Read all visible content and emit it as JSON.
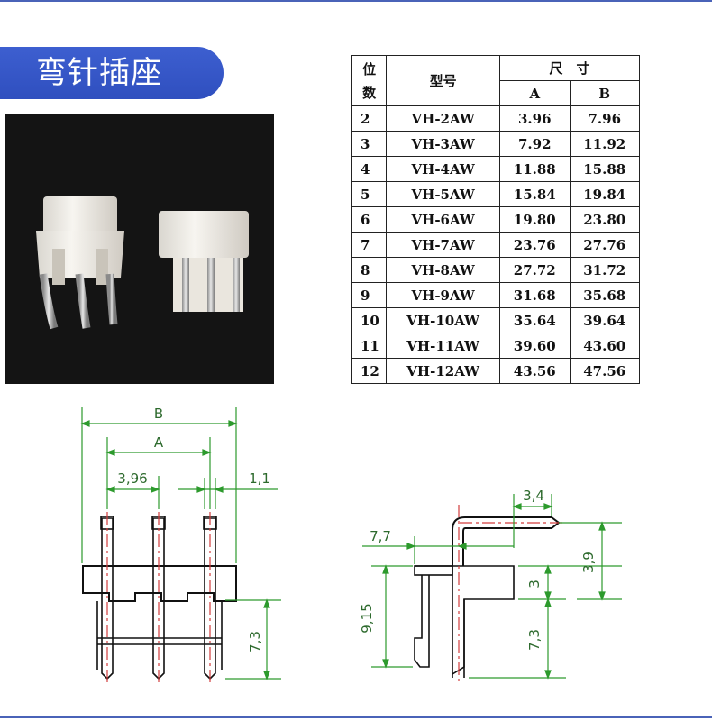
{
  "title": "弯针插座",
  "table": {
    "header": {
      "pos_line1": "位",
      "pos_line2": "数",
      "model": "型号",
      "size": "尺　寸",
      "a": "A",
      "b": "B"
    },
    "rows": [
      {
        "n": "2",
        "model": "VH-2AW",
        "a": "3.96",
        "b": "7.96"
      },
      {
        "n": "3",
        "model": "VH-3AW",
        "a": "7.92",
        "b": "11.92"
      },
      {
        "n": "4",
        "model": "VH-4AW",
        "a": "11.88",
        "b": "15.88"
      },
      {
        "n": "5",
        "model": "VH-5AW",
        "a": "15.84",
        "b": "19.84"
      },
      {
        "n": "6",
        "model": "VH-6AW",
        "a": "19.80",
        "b": "23.80"
      },
      {
        "n": "7",
        "model": "VH-7AW",
        "a": "23.76",
        "b": "27.76"
      },
      {
        "n": "8",
        "model": "VH-8AW",
        "a": "27.72",
        "b": "31.72"
      },
      {
        "n": "9",
        "model": "VH-9AW",
        "a": "31.68",
        "b": "35.68"
      },
      {
        "n": "10",
        "model": "VH-10AW",
        "a": "35.64",
        "b": "39.64"
      },
      {
        "n": "11",
        "model": "VH-11AW",
        "a": "39.60",
        "b": "43.60"
      },
      {
        "n": "12",
        "model": "VH-12AW",
        "a": "43.56",
        "b": "47.56"
      }
    ]
  },
  "drawing": {
    "front": {
      "b": "B",
      "a": "A",
      "pitch": "3,96",
      "pin_w": "1,1",
      "height": "7,3"
    },
    "side": {
      "top_w": "3,4",
      "depth": "7,7",
      "total_h": "9,15",
      "mid_h": "3",
      "top_h": "3,9",
      "low_h": "7,3"
    }
  },
  "colors": {
    "accent": "#2f4fbf",
    "dimension": "#2d6a2d",
    "centerline": "#d23c3c"
  }
}
